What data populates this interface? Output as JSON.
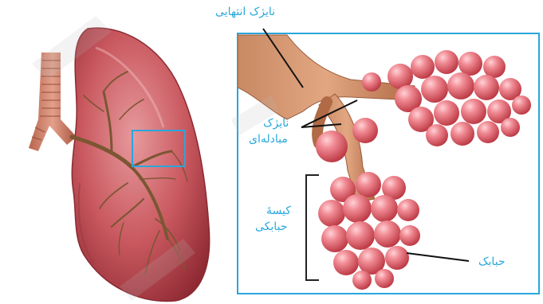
{
  "labels": {
    "terminal_bronchiole": "نایژک انتهایی",
    "respiratory_bronchiole_line1": "نایژک",
    "respiratory_bronchiole_line2": "مبادله‌ای",
    "alveolar_sac_line1": "کیسهٔ",
    "alveolar_sac_line2": "حبابکی",
    "alveolus": "حبابک"
  },
  "colors": {
    "label_text": "#29a8dc",
    "highlight_frame": "#2aa6dd",
    "lung_tissue": "#c4505a",
    "airway": "#b56d45",
    "alveolus": "#e86f7c",
    "watermark": "#cccccc"
  }
}
